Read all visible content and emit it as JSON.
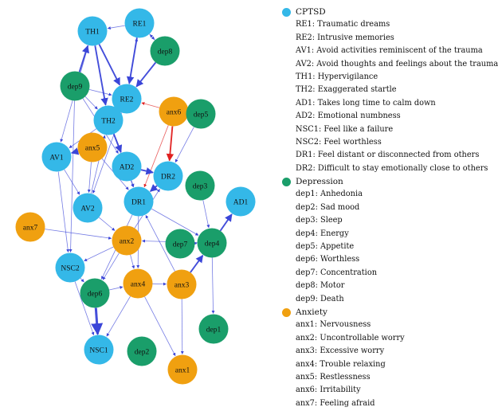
{
  "colors": {
    "cptsd": "#34b8e8",
    "depression": "#1a9e6a",
    "anxiety": "#f0a010",
    "edge_blue": "#3a45d8",
    "edge_red": "#e02020"
  },
  "legend": [
    {
      "group": "CPTSD",
      "color": "#34b8e8",
      "items": [
        "RE1: Traumatic dreams",
        "RE2: Intrusive memories",
        "AV1: Avoid activities reminiscent of the trauma",
        "AV2: Avoid thoughts and feelings about the trauma",
        "TH1: Hypervigilance",
        "TH2: Exaggerated startle",
        "AD1: Takes long time to calm down",
        "AD2: Emotional numbness",
        "NSC1: Feel like a failure",
        "NSC2: Feel worthless",
        "DR1: Feel distant or disconnected from others",
        "DR2: Difficult to stay emotionally close to others"
      ]
    },
    {
      "group": "Depression",
      "color": "#1a9e6a",
      "items": [
        "dep1: Anhedonia",
        "dep2: Sad mood",
        "dep3: Sleep",
        "dep4: Energy",
        "dep5: Appetite",
        "dep6: Worthless",
        "dep7: Concentration",
        "dep8: Motor",
        "dep9: Death"
      ]
    },
    {
      "group": "Anxiety",
      "color": "#f0a010",
      "items": [
        "anx1: Nervousness",
        "anx2: Uncontrollable worry",
        "anx3: Excessive worry",
        "anx4: Trouble relaxing",
        "anx5: Restlessness",
        "anx6: Irritability",
        "anx7: Feeling afraid"
      ]
    }
  ],
  "nodes": [
    {
      "id": "TH1",
      "group": "cptsd"
    },
    {
      "id": "RE1",
      "group": "cptsd"
    },
    {
      "id": "dep8",
      "group": "depression"
    },
    {
      "id": "dep9",
      "group": "depression"
    },
    {
      "id": "RE2",
      "group": "cptsd"
    },
    {
      "id": "anx6",
      "group": "anxiety"
    },
    {
      "id": "dep5",
      "group": "depression"
    },
    {
      "id": "TH2",
      "group": "cptsd"
    },
    {
      "id": "anx5",
      "group": "anxiety"
    },
    {
      "id": "AV1",
      "group": "cptsd"
    },
    {
      "id": "AD2",
      "group": "cptsd"
    },
    {
      "id": "DR2",
      "group": "cptsd"
    },
    {
      "id": "DR1",
      "group": "cptsd"
    },
    {
      "id": "dep3",
      "group": "depression"
    },
    {
      "id": "AD1",
      "group": "cptsd"
    },
    {
      "id": "AV2",
      "group": "cptsd"
    },
    {
      "id": "anx7",
      "group": "anxiety"
    },
    {
      "id": "anx2",
      "group": "anxiety"
    },
    {
      "id": "dep7",
      "group": "depression"
    },
    {
      "id": "dep4",
      "group": "depression"
    },
    {
      "id": "NSC2",
      "group": "cptsd"
    },
    {
      "id": "anx4",
      "group": "anxiety"
    },
    {
      "id": "anx3",
      "group": "anxiety"
    },
    {
      "id": "dep6",
      "group": "depression"
    },
    {
      "id": "dep1",
      "group": "depression"
    },
    {
      "id": "NSC1",
      "group": "cptsd"
    },
    {
      "id": "dep2",
      "group": "depression"
    },
    {
      "id": "anx1",
      "group": "anxiety"
    }
  ],
  "edges": [
    {
      "from": "TH1",
      "to": "RE2",
      "w": 2,
      "color": "blue"
    },
    {
      "from": "TH1",
      "to": "TH2",
      "w": 2,
      "color": "blue"
    },
    {
      "from": "TH1",
      "to": "AV1",
      "w": 1,
      "color": "blue"
    },
    {
      "from": "RE1",
      "to": "RE2",
      "w": 2,
      "color": "blue"
    },
    {
      "from": "RE1",
      "to": "dep8",
      "w": 1,
      "color": "blue"
    },
    {
      "from": "RE1",
      "to": "TH1",
      "w": 1,
      "color": "blue"
    },
    {
      "from": "dep8",
      "to": "RE2",
      "w": 2,
      "color": "blue"
    },
    {
      "from": "dep8",
      "to": "RE1",
      "w": 1,
      "color": "blue"
    },
    {
      "from": "dep9",
      "to": "TH1",
      "w": 2,
      "color": "blue"
    },
    {
      "from": "dep9",
      "to": "RE2",
      "w": 1,
      "color": "blue"
    },
    {
      "from": "dep9",
      "to": "TH2",
      "w": 1,
      "color": "blue"
    },
    {
      "from": "dep9",
      "to": "NSC2",
      "w": 1,
      "color": "blue"
    },
    {
      "from": "dep9",
      "to": "AD2",
      "w": 1,
      "color": "blue"
    },
    {
      "from": "anx6",
      "to": "RE2",
      "w": 1,
      "color": "red"
    },
    {
      "from": "anx6",
      "to": "DR2",
      "w": 2,
      "color": "red"
    },
    {
      "from": "anx6",
      "to": "DR1",
      "w": 1,
      "color": "red"
    },
    {
      "from": "dep5",
      "to": "DR2",
      "w": 1,
      "color": "blue"
    },
    {
      "from": "TH2",
      "to": "RE2",
      "w": 1,
      "color": "blue"
    },
    {
      "from": "TH2",
      "to": "AV1",
      "w": 1,
      "color": "blue"
    },
    {
      "from": "TH2",
      "to": "AD2",
      "w": 2,
      "color": "blue"
    },
    {
      "from": "TH2",
      "to": "DR1",
      "w": 1,
      "color": "blue"
    },
    {
      "from": "RE2",
      "to": "AV2",
      "w": 1,
      "color": "blue"
    },
    {
      "from": "RE2",
      "to": "RE1",
      "w": 1,
      "color": "blue"
    },
    {
      "from": "anx5",
      "to": "AV1",
      "w": 2,
      "color": "blue"
    },
    {
      "from": "anx5",
      "to": "DR1",
      "w": 1,
      "color": "blue"
    },
    {
      "from": "anx5",
      "to": "AV2",
      "w": 1,
      "color": "blue"
    },
    {
      "from": "AV1",
      "to": "AV2",
      "w": 1,
      "color": "blue"
    },
    {
      "from": "AV1",
      "to": "NSC2",
      "w": 1,
      "color": "blue"
    },
    {
      "from": "AD2",
      "to": "DR2",
      "w": 2,
      "color": "blue"
    },
    {
      "from": "AD2",
      "to": "DR1",
      "w": 1,
      "color": "blue"
    },
    {
      "from": "DR2",
      "to": "DR1",
      "w": 2,
      "color": "blue"
    },
    {
      "from": "DR1",
      "to": "anx4",
      "w": 1,
      "color": "blue"
    },
    {
      "from": "DR1",
      "to": "dep4",
      "w": 1,
      "color": "blue"
    },
    {
      "from": "DR1",
      "to": "dep6",
      "w": 1,
      "color": "blue"
    },
    {
      "from": "dep3",
      "to": "dep4",
      "w": 1,
      "color": "blue"
    },
    {
      "from": "dep4",
      "to": "AD1",
      "w": 2,
      "color": "blue"
    },
    {
      "from": "dep4",
      "to": "dep1",
      "w": 1,
      "color": "blue"
    },
    {
      "from": "dep4",
      "to": "anx2",
      "w": 1,
      "color": "blue"
    },
    {
      "from": "dep7",
      "to": "dep4",
      "w": 2,
      "color": "blue"
    },
    {
      "from": "AV2",
      "to": "anx2",
      "w": 1,
      "color": "blue"
    },
    {
      "from": "anx7",
      "to": "anx2",
      "w": 1,
      "color": "blue"
    },
    {
      "from": "anx2",
      "to": "NSC2",
      "w": 1,
      "color": "blue"
    },
    {
      "from": "anx2",
      "to": "anx4",
      "w": 1,
      "color": "blue"
    },
    {
      "from": "anx2",
      "to": "dep6",
      "w": 1,
      "color": "blue"
    },
    {
      "from": "anx2",
      "to": "DR2",
      "w": 1,
      "color": "blue"
    },
    {
      "from": "NSC2",
      "to": "dep6",
      "w": 1,
      "color": "blue"
    },
    {
      "from": "NSC2",
      "to": "NSC1",
      "w": 1,
      "color": "blue"
    },
    {
      "from": "dep6",
      "to": "NSC1",
      "w": 3,
      "color": "blue"
    },
    {
      "from": "dep6",
      "to": "anx4",
      "w": 1,
      "color": "blue"
    },
    {
      "from": "anx4",
      "to": "anx3",
      "w": 1,
      "color": "blue"
    },
    {
      "from": "anx4",
      "to": "NSC1",
      "w": 1,
      "color": "blue"
    },
    {
      "from": "anx4",
      "to": "anx1",
      "w": 1,
      "color": "blue"
    },
    {
      "from": "anx3",
      "to": "dep4",
      "w": 2,
      "color": "blue"
    },
    {
      "from": "anx3",
      "to": "anx1",
      "w": 1,
      "color": "blue"
    },
    {
      "from": "anx3",
      "to": "DR1",
      "w": 1,
      "color": "blue"
    },
    {
      "from": "AV2",
      "to": "TH2",
      "w": 1,
      "color": "blue"
    }
  ]
}
